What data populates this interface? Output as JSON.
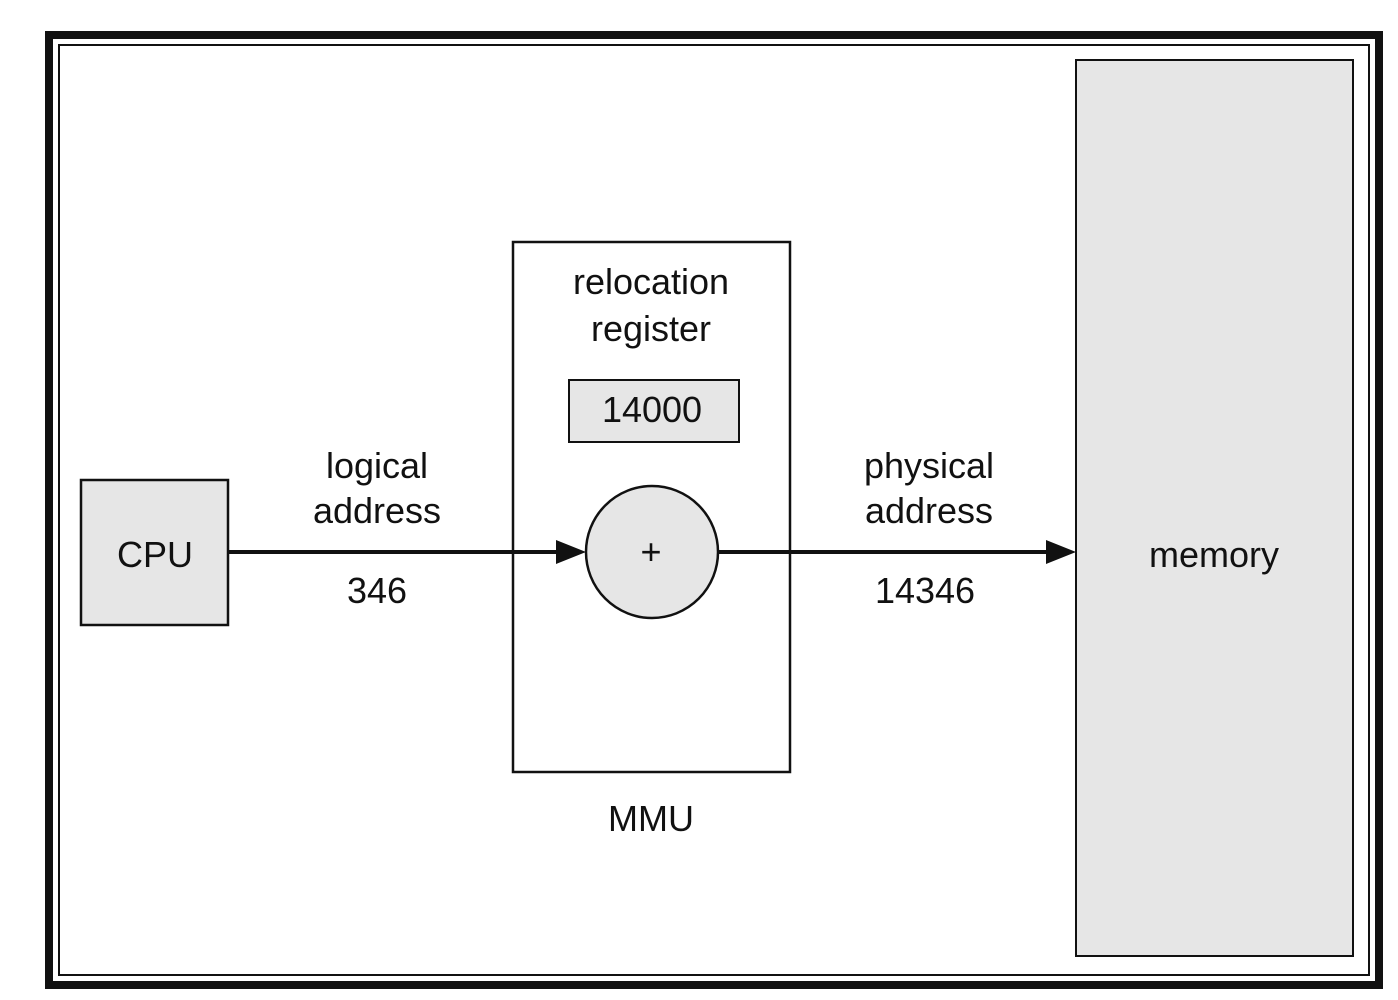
{
  "diagram": {
    "cpu_label": "CPU",
    "logical_address_line1": "logical",
    "logical_address_line2": "address",
    "logical_value": "346",
    "relocation_line1": "relocation",
    "relocation_line2": "register",
    "relocation_value": "14000",
    "adder_symbol": "+",
    "mmu_label": "MMU",
    "physical_address_line1": "physical",
    "physical_address_line2": "address",
    "physical_value": "14346",
    "memory_label": "memory"
  },
  "colors": {
    "box_fill": "#e6e6e6",
    "stroke": "#111111",
    "background": "#ffffff"
  }
}
